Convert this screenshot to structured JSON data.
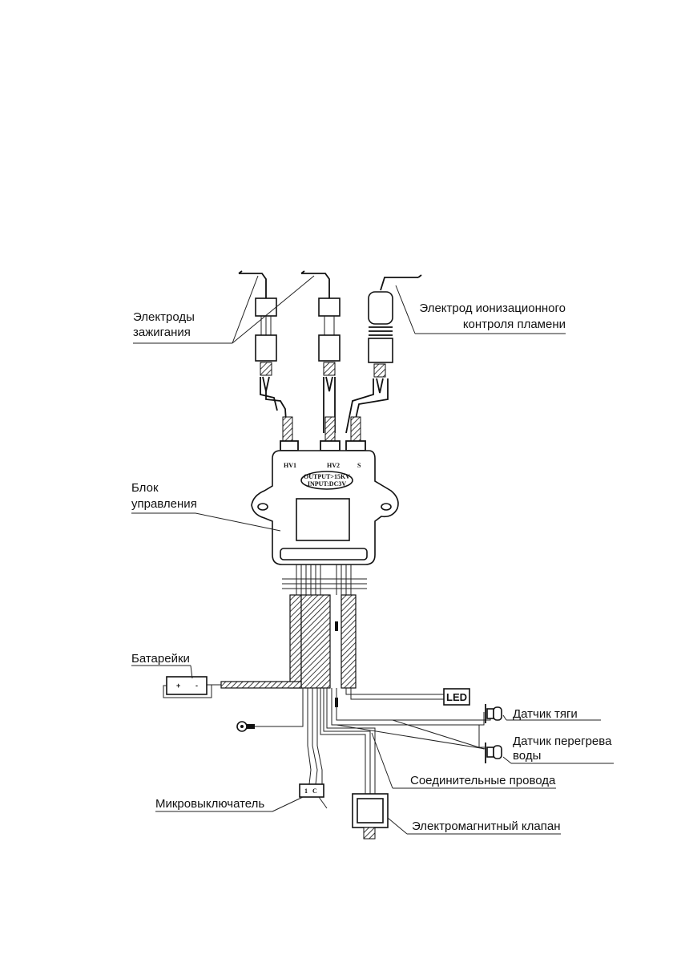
{
  "labels": {
    "ignition_line1": "Электроды",
    "ignition_line2": "зажигания",
    "ionization_line1": "Электрод ионизационного",
    "ionization_line2": "контроля пламени",
    "control_line1": "Блок",
    "control_line2": "управления",
    "batteries": "Батарейки",
    "led": "LED",
    "draft_sensor": "Датчик тяги",
    "overheat_line1": "Датчик перегрева",
    "overheat_line2": "воды",
    "wires": "Соединительные провода",
    "microswitch": "Микровыключатель",
    "valve": "Электромагнитный клапан"
  },
  "unit_markings": {
    "hv1": "HV1",
    "hv2": "HV2",
    "s": "S",
    "output": "OUTPUT>15KV",
    "input": "INPUT:DC3V"
  },
  "battery_markings": {
    "plus": "+",
    "minus": "-"
  },
  "microswitch_markings": {
    "pin1": "1",
    "pinc": "C"
  },
  "colors": {
    "ink": "#111111",
    "paper": "#ffffff"
  }
}
